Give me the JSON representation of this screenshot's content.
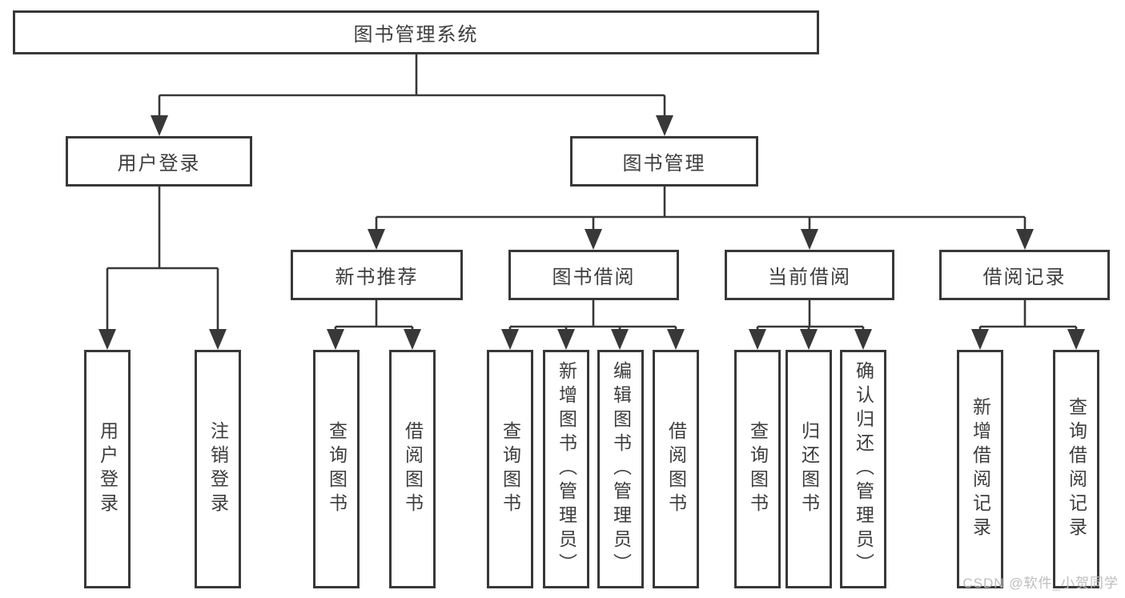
{
  "diagram": {
    "type": "hierarchy-tree",
    "nodes": {
      "root": {
        "label": "图书管理系统"
      },
      "user_login": {
        "label": "用户登录",
        "parent": "图书管理系统"
      },
      "book_management": {
        "label": "图书管理",
        "parent": "图书管理系统"
      },
      "new_book_recommend": {
        "label": "新书推荐",
        "parent": "图书管理"
      },
      "book_borrowing": {
        "label": "图书借阅",
        "parent": "图书管理"
      },
      "current_borrowing": {
        "label": "当前借阅",
        "parent": "图书管理"
      },
      "borrowing_records": {
        "label": "借阅记录",
        "parent": "图书管理"
      }
    },
    "leaves": [
      {
        "label": "用户登录",
        "parent": "用户登录"
      },
      {
        "label": "注销登录",
        "parent": "用户登录"
      },
      {
        "label": "查询图书",
        "parent": "新书推荐"
      },
      {
        "label": "借阅图书",
        "parent": "新书推荐"
      },
      {
        "label": "查询图书",
        "parent": "图书借阅"
      },
      {
        "label": "新增图书（管理员）",
        "parent": "图书借阅"
      },
      {
        "label": "编辑图书（管理员）",
        "parent": "图书借阅"
      },
      {
        "label": "借阅图书",
        "parent": "图书借阅"
      },
      {
        "label": "查询图书",
        "parent": "当前借阅"
      },
      {
        "label": "归还图书",
        "parent": "当前借阅"
      },
      {
        "label": "确认归还（管理员）",
        "parent": "当前借阅"
      },
      {
        "label": "新增借阅记录",
        "parent": "借阅记录"
      },
      {
        "label": "查询借阅记录",
        "parent": "借阅记录"
      }
    ]
  },
  "watermark": {
    "text": "CSDN @软件_小贺同学"
  },
  "colors": {
    "line": "#383838",
    "text": "#3d3d3d",
    "watermark": "#bdbdbd",
    "background": "#ffffff"
  }
}
